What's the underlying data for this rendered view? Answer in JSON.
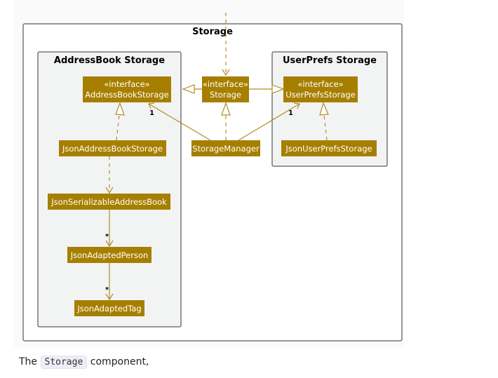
{
  "colors": {
    "class_fill": "#a67f00",
    "class_text": "#ffffff",
    "edge": "#b38b25",
    "package_fill": "#f2f4f4",
    "package_border": "#333333"
  },
  "diagram": {
    "packages": {
      "storage": "Storage",
      "addressbook": "AddressBook Storage",
      "userprefs": "UserPrefs Storage"
    },
    "classes": {
      "addressbook_storage": {
        "stereotype": "«interface»",
        "name": "AddressBookStorage"
      },
      "storage": {
        "stereotype": "«interface»",
        "name": "Storage"
      },
      "userprefs_storage": {
        "stereotype": "«interface»",
        "name": "UserPrefsStorage"
      },
      "json_addressbook_storage": {
        "name": "JsonAddressBookStorage"
      },
      "storage_manager": {
        "name": "StorageManager"
      },
      "json_userprefs_storage": {
        "name": "JsonUserPrefsStorage"
      },
      "json_serializable_addressbook": {
        "name": "JsonSerializableAddressBook"
      },
      "json_adapted_person": {
        "name": "JsonAdaptedPerson"
      },
      "json_adapted_tag": {
        "name": "JsonAdaptedTag"
      }
    },
    "multiplicities": {
      "addressbook": "1",
      "userprefs": "1",
      "persons": "*",
      "tags": "*"
    }
  },
  "caption": {
    "prefix": "The",
    "code": "Storage",
    "suffix": "component,"
  }
}
